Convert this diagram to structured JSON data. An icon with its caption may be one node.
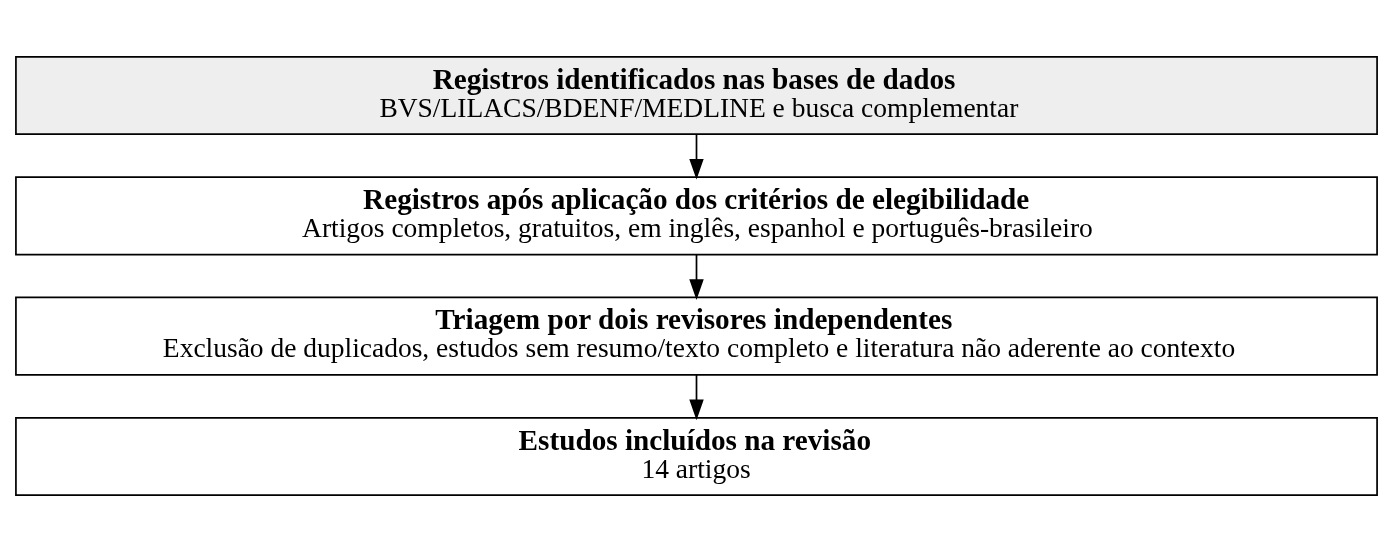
{
  "diagram": {
    "nodes": [
      {
        "text": [
          "Registros identificados nas bases de dados",
          "BVS/LILACS/BDENF/MEDLINE e busca complementar"
        ]
      },
      {
        "text": [
          "Registros após aplicação dos critérios de elegibilidade",
          "Artigos completos, gratuitos, em inglês, espanhol e português-brasileiro"
        ]
      },
      {
        "text": [
          "Triagem por dois revisores independentes",
          "Exclusão de duplicados, estudos sem resumo/texto completo e literatura não aderente ao contexto"
        ]
      },
      {
        "text": [
          "Estudos incluídos na revisão",
          "14 artigos"
        ]
      }
    ],
    "edges": [
      {
        "from": 0,
        "to": 1,
        "arrow": "to"
      },
      {
        "from": 1,
        "to": 2,
        "arrow": "to"
      },
      {
        "from": 2,
        "to": 3,
        "arrow": "to"
      }
    ]
  }
}
